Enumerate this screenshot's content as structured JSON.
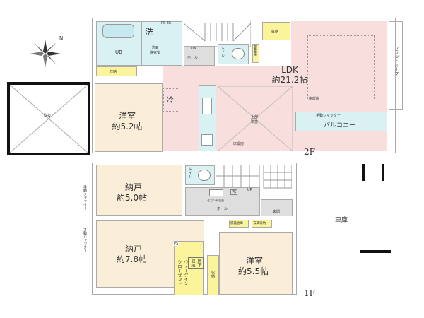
{
  "compass": {
    "north_label": "N"
  },
  "floor2": {
    "label": "2F",
    "ub": "UB",
    "wash_mark": "洗",
    "washroom": "洗面\n脱衣室",
    "ps_es": "PS ES",
    "dn": "DN",
    "hall": "ホール",
    "toilet": "トイレ",
    "stockroom": "備蓄倉庫",
    "storage_top": "収納",
    "storage_left": "収納",
    "ldk_name": "LDK",
    "ldk_size": "約21.2帖",
    "floor_heating_1": "床暖房",
    "floor_heating_2": "床暖房",
    "fridge": "冷",
    "upper_void": "上部\n吹抜",
    "western_room_name": "洋室",
    "western_room_size": "約5.2帖",
    "shutter": "手動シャッター",
    "balcony": "バルコニー",
    "flat_roof": "フラットルーフ",
    "void": "吹抜"
  },
  "floor1": {
    "label": "1F",
    "storeroom1_name": "納戸",
    "storeroom1_size": "約5.0帖",
    "storeroom2_name": "納戸",
    "storeroom2_size": "約7.8帖",
    "shutter1": "手動シャッター",
    "shutter2": "手動シャッター",
    "toilet": "トイレ",
    "second_sink": "セカンド洗面",
    "ps": "PS",
    "up": "UP",
    "hall": "ホール",
    "entrance": "玄関",
    "stockroom": "備蓄倉庫",
    "entrance_storage": "玄関収納",
    "ps2": "PS",
    "walkin_closet": "ウォークイン\nクローゼット",
    "underfloor_storage": "床下\n収納",
    "storage": "収納",
    "western_room_name": "洋室",
    "western_room_size": "約5.5帖",
    "garage": "車庫"
  }
}
